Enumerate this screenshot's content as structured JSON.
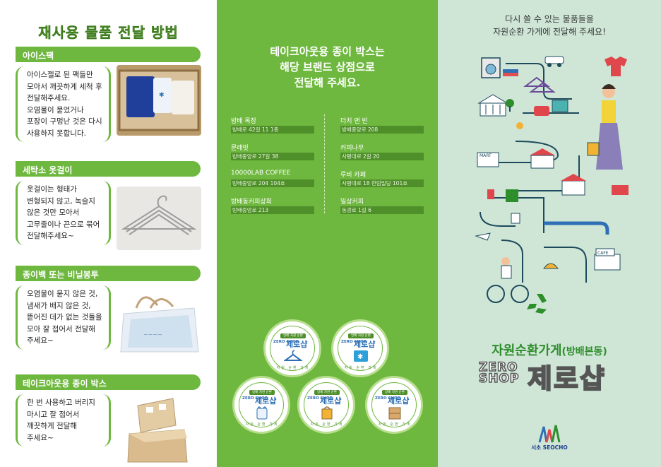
{
  "left": {
    "title": "재사용 물품 전달 방법",
    "sections": [
      {
        "header": "아이스팩",
        "lines": [
          "아이스젤로 된 팩들만",
          "모아서 깨끗하게 세척 후",
          "전달해주세요.",
          "오염물이 묻었거나",
          "포장이 구멍난 것은 다시",
          "사용하지 못합니다."
        ]
      },
      {
        "header": "세탁소 옷걸이",
        "lines": [
          "옷걸이는 형태가",
          "변형되지 않고, 녹슬지",
          "않은 것만 모아서",
          "고무줄이나 끈으로 묶어",
          "전달해주세요~"
        ]
      },
      {
        "header": "종이백 또는 비닐봉투",
        "lines": [
          "오염물이 묻지 않은 것,",
          "냄새가 배지 않은 것,",
          "뜯어진 데가 없는 것들을",
          "모아 잘 접어서 전달해",
          "주세요~"
        ]
      },
      {
        "header": "테이크아웃용 종이 박스",
        "lines": [
          "한 번 사용하고 버리지",
          "마시고 잘 접어서",
          "깨끗하게 전달해",
          "주세요~"
        ]
      }
    ]
  },
  "middle": {
    "title_lines": [
      "테이크아웃용 종이 박스는",
      "해당 브랜드 상점으로",
      "전달해 주세요."
    ],
    "stores": [
      {
        "name": "방배 목장",
        "addr": "방배로 42길 11 1층"
      },
      {
        "name": "문래빗",
        "addr": "방배중앙로 27길 38"
      },
      {
        "name": "10000LAB COFFEE",
        "addr": "방배중앙로 204 104호"
      },
      {
        "name": "방배동커피상회",
        "addr": "방배중앙로 213"
      },
      {
        "name": "더치 앤 빈",
        "addr": "방배중앙로 208"
      },
      {
        "name": "커피나무",
        "addr": "사평대로 2길 20"
      },
      {
        "name": "루비 카페",
        "addr": "사평대로 18 한림빌딩 101호"
      },
      {
        "name": "일상커피",
        "addr": "동광로 1길 6"
      }
    ],
    "badge": {
      "top": "방배 자원 순환",
      "zero": "ZERO SHOP",
      "jero": "제로샵",
      "bottom": "자원 순환 가게"
    }
  },
  "right": {
    "head_lines": [
      "다시 쓸 수 있는 물품들을",
      "자원순환 가게에 전달해 주세요!"
    ],
    "subtitle": "자원순환가게",
    "subtitle_paren": "(방배본동)",
    "zero_lines": [
      "ZERO",
      "SHOP"
    ],
    "big": "제로샵",
    "map_labels": {
      "mart": "MART",
      "cafe": "CAFE"
    },
    "logo_text": "서초 SEOCHO"
  },
  "colors": {
    "green": "#6fb83f",
    "dark_green": "#4f8f2a",
    "mint": "#cfe6d7",
    "blue": "#2e6fb5"
  }
}
